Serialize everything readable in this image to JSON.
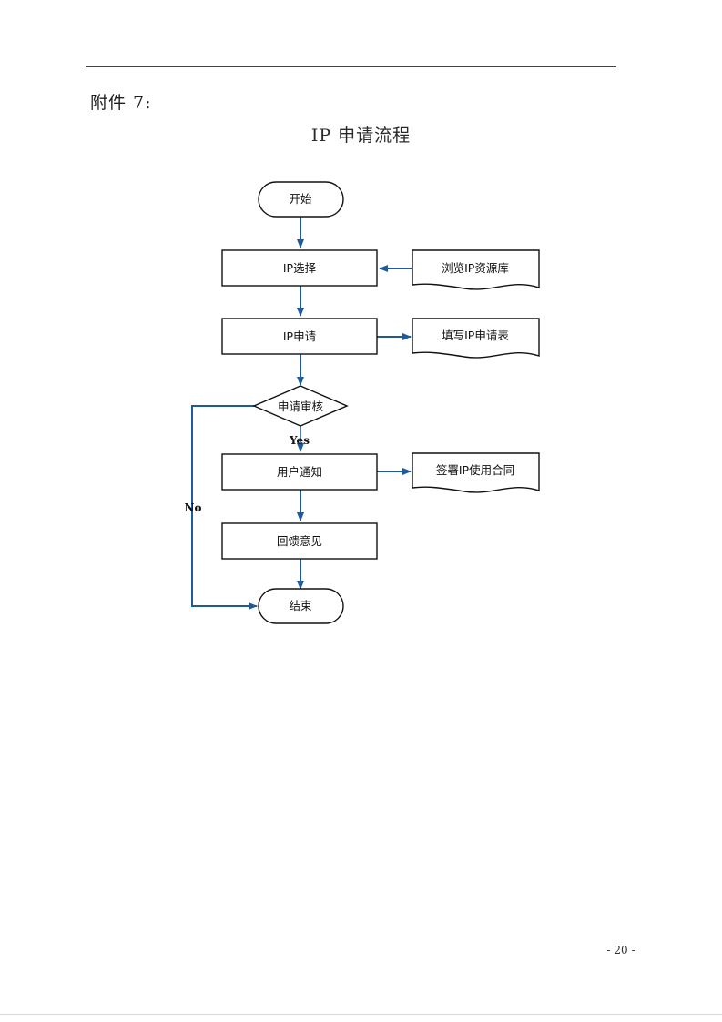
{
  "page": {
    "attachment_label": "附件 7:",
    "title": "IP 申请流程",
    "page_number": "- 20 -"
  },
  "flowchart": {
    "nodes": {
      "start": "开始",
      "ip_select": "IP选择",
      "ip_apply": "IP申请",
      "review": "申请审核",
      "notify": "用户通知",
      "feedback": "回馈意见",
      "end": "结束"
    },
    "documents": {
      "browse_library": "浏览IP资源库",
      "fill_form": "填写IP申请表",
      "sign_contract": "签署IP使用合同"
    },
    "edge_labels": {
      "yes": "Yes",
      "no": "No"
    },
    "colors": {
      "arrow": "#1f5b99",
      "border": "#111111"
    }
  }
}
